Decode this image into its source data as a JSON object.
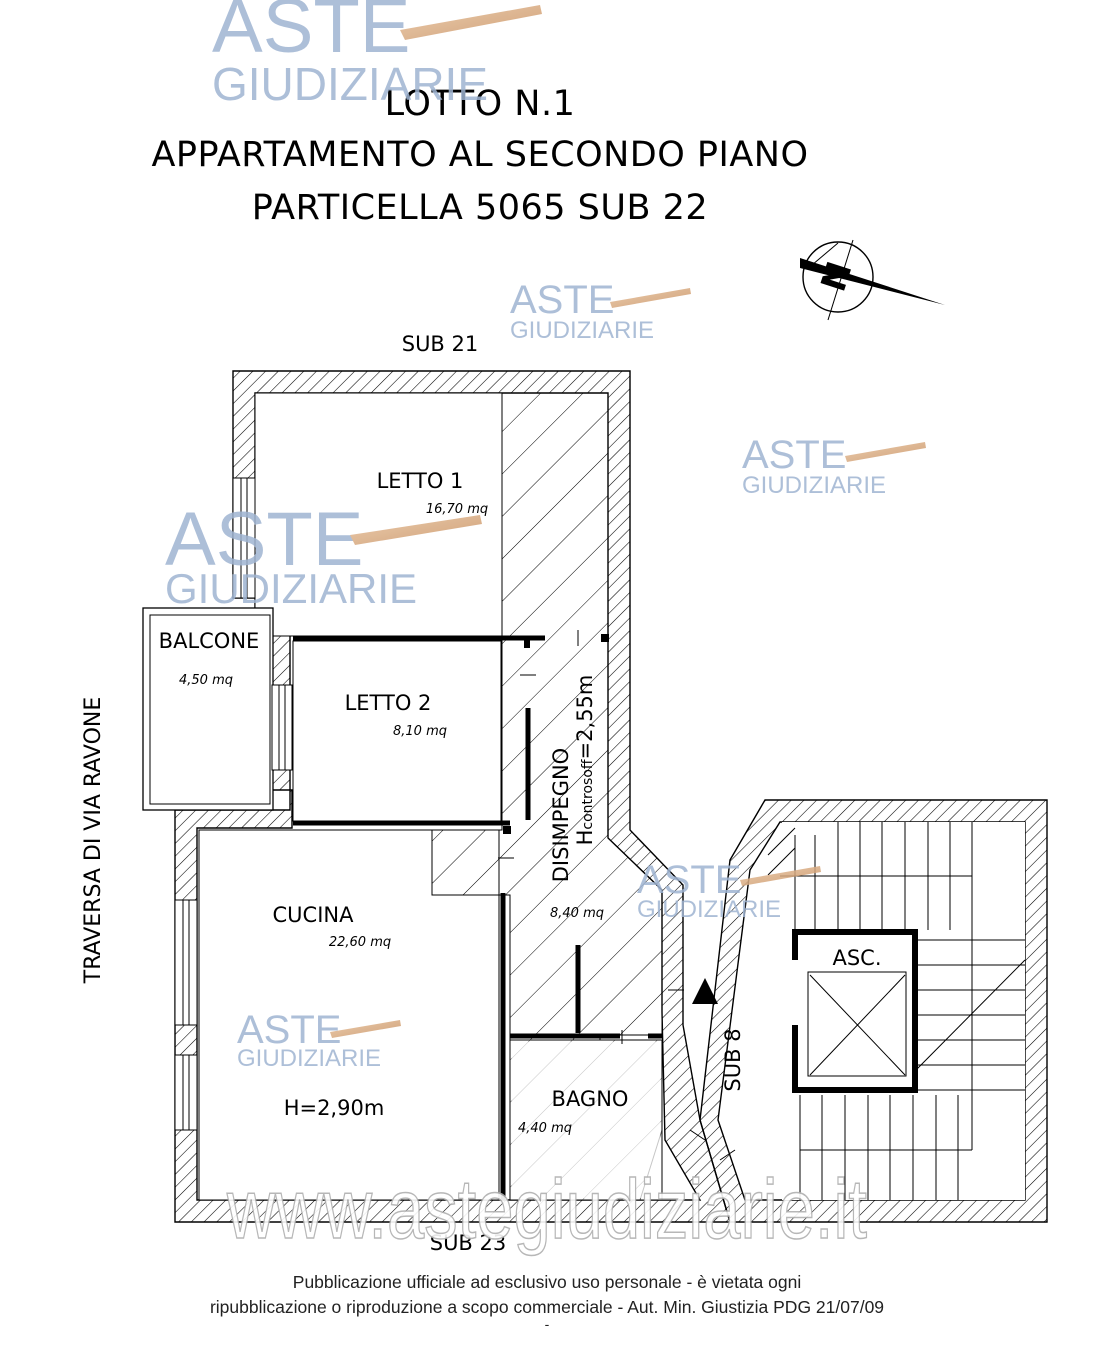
{
  "header": {
    "line1": "LOTTO N.1",
    "line2": "APPARTAMENTO AL SECONDO PIANO",
    "line3": "PARTICELLA 5065 SUB 22"
  },
  "neighbors": {
    "top": "SUB 21",
    "bottom": "SUB 23",
    "right": "SUB 8",
    "street": "TRAVERSA DI VIA RAVONE"
  },
  "rooms": {
    "letto1": {
      "name": "LETTO 1",
      "area": "16,70 mq"
    },
    "letto2": {
      "name": "LETTO 2",
      "area": "8,10 mq"
    },
    "balcone": {
      "name": "BALCONE",
      "area": "4,50 mq"
    },
    "cucina": {
      "name": "CUCINA",
      "area": "22,60 mq",
      "height": "H=2,90m"
    },
    "disimpegno": {
      "name": "DISIMPEGNO",
      "area": "8,40 mq",
      "height_prefix": "H",
      "height_sub": "controsoff",
      "height_value": "=2,55m"
    },
    "bagno": {
      "name": "BAGNO",
      "area": "4,40 mq"
    },
    "ascensore": {
      "name": "ASC."
    }
  },
  "compass": {
    "letter": "N"
  },
  "watermark": {
    "brand_top": "ASTE",
    "brand_bottom": "GIUDIZIARIE",
    "site": "www.astegiudiziarie.it",
    "color": "#9fb4d2"
  },
  "footer": {
    "line1": "Pubblicazione ufficiale ad esclusivo uso personale - è vietata ogni",
    "line2": "ripubblicazione o riproduzione a scopo commerciale - Aut. Min. Giustizia PDG 21/07/09",
    "mark": "-"
  }
}
